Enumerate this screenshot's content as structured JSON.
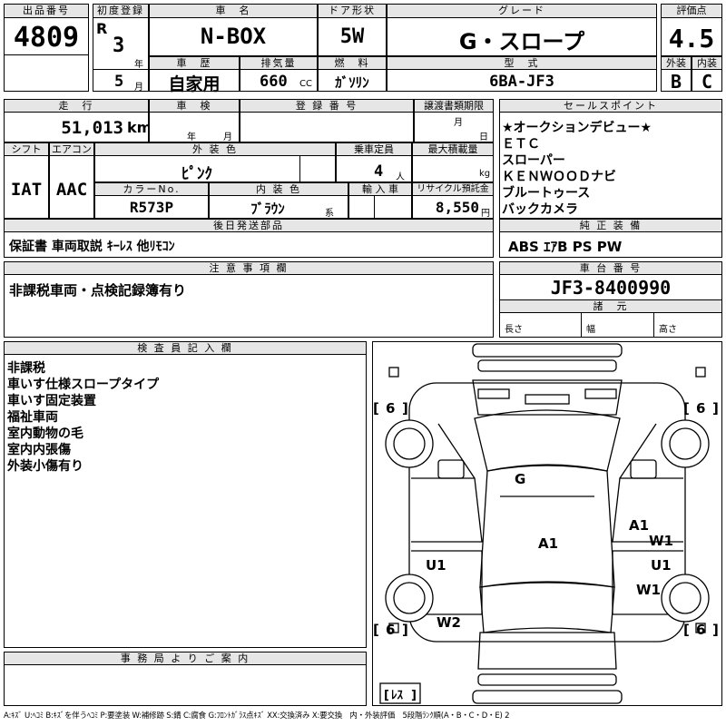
{
  "header": {
    "lot_label": "出品番号",
    "lot_value": "4809",
    "first_reg_label": "初度登録",
    "era": "R",
    "year_num": "3",
    "year_unit": "年",
    "month_num": "5",
    "month_unit": "月",
    "name_label": "車　名",
    "name_value": "N-BOX",
    "door_label": "ドア形状",
    "door_value": "5W",
    "grade_label": "グレード",
    "grade_value": "G・スロープ",
    "score_label": "評価点",
    "score_value": "4.5",
    "history_label": "車　歴",
    "history_value": "自家用",
    "displacement_label": "排気量",
    "displacement_value": "660",
    "displacement_unit": "CC",
    "fuel_label": "燃　料",
    "fuel_value": "ｶﾞｿﾘﾝ",
    "model_label": "型　式",
    "model_value": "6BA-JF3",
    "exterior_label": "外装",
    "exterior_value": "B",
    "interior_label": "内装",
    "interior_value": "C"
  },
  "row2": {
    "mileage_label": "走　行",
    "mileage_value": "51,013",
    "mileage_unit": "km",
    "inspection_label": "車　検",
    "inspection_year_unit": "年",
    "inspection_month_unit": "月",
    "reg_no_label": "登 録 番 号",
    "transfer_label": "譲渡書類期限",
    "transfer_month_unit": "月",
    "transfer_day_unit": "日",
    "shift_label": "シフト",
    "shift_value": "IAT",
    "ac_label": "エアコン",
    "ac_value": "AAC",
    "ext_color_label": "外 装 色",
    "ext_color_value": "ﾋﾟﾝｸ",
    "capacity_label": "乗車定員",
    "capacity_value": "4",
    "capacity_unit": "人",
    "load_label": "最大積載量",
    "load_unit": "kg",
    "color_no_label": "カラーNo.",
    "color_no_value": "R573P",
    "int_color_label": "内 装 色",
    "int_color_value": "ﾌﾞﾗｳﾝ",
    "int_color_suffix": "系",
    "import_label": "輸 入 車",
    "recycle_label": "リサイクル預託金",
    "recycle_value": "8,550",
    "recycle_unit": "円"
  },
  "sales": {
    "label": "セールスポイント",
    "points": [
      "★オークションデビュー★",
      "ＥＴＣ",
      "スローパー",
      "ＫＥＮＷＯＯＤナビ",
      "ブルートゥース",
      "バックカメラ"
    ]
  },
  "accessories": {
    "label": "後日発送部品",
    "value": "保証書 車両取説 ｷｰﾚｽ 他ﾘﾓｺﾝ"
  },
  "equipment": {
    "label": "純 正 装 備",
    "value": "ABS ｴｱB PS PW"
  },
  "notes": {
    "label": "注 意 事 項 欄",
    "value": "非課税車両・点検記録簿有り"
  },
  "chassis": {
    "label": "車 台 番 号",
    "value": "JF3-8400990",
    "dims_label": "諸　元",
    "length_label": "長さ",
    "width_label": "幅",
    "height_label": "高さ"
  },
  "inspector": {
    "label": "検 査 員 記 入 欄",
    "lines": [
      "非課税",
      "車いす仕様スロープタイプ",
      "車いす固定装置",
      "福祉車両",
      "室内動物の毛",
      "室内内張傷",
      "外装小傷有り"
    ]
  },
  "office": {
    "label": "事 務 局 よ り ご 案 内"
  },
  "diagram": {
    "tire_tl": "6",
    "tire_tr": "6",
    "tire_bl": "6",
    "tire_br": "6",
    "spare": "ﾚｽ",
    "marks": {
      "g": "G",
      "a1_roof": "A1",
      "a1_right": "A1",
      "w1_right_upper": "W1",
      "u1_left": "U1",
      "u1_right": "U1",
      "w1_right_lower": "W1",
      "w2_left": "W2"
    }
  },
  "legend": "A:ｷｽﾞ U:ﾍｺﾐ B:ｷｽﾞを伴うﾍｺﾐ P:要塗装 W:補修跡 S:錆 C:腐食 G:ﾌﾛﾝﾄｶﾞﾗｽ点ｷｽﾞ XX:交換済み X:要交換　内・外装評価　5段階ﾗﾝｸ順(A・B・C・D・E) 2"
}
